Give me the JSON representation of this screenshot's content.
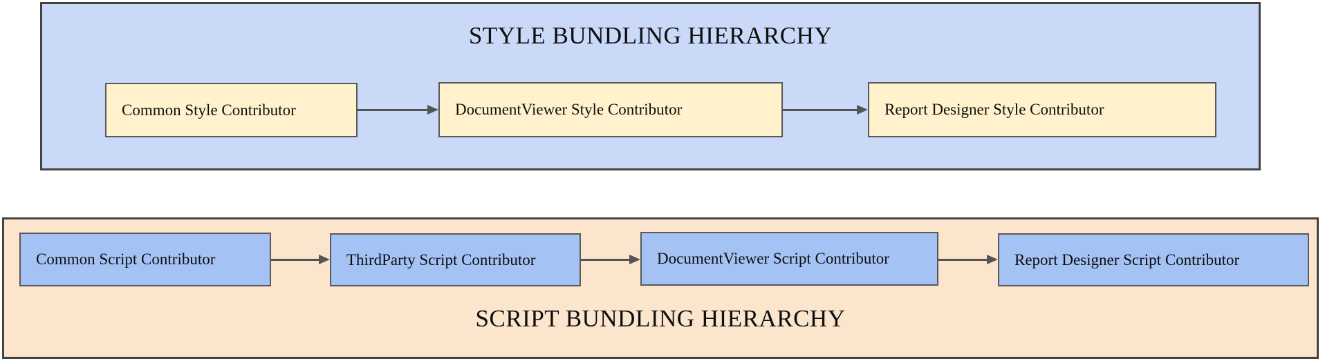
{
  "style_section": {
    "title": "STYLE BUNDLING HIERARCHY",
    "background_color": "#c9d9f7",
    "border_color": "#434343",
    "node_fill_color": "#fff2cc",
    "node_border_color": "#595959",
    "nodes": [
      {
        "label": "Common Style Contributor"
      },
      {
        "label": "DocumentViewer Style Contributor"
      },
      {
        "label": "Report Designer Style Contributor"
      }
    ]
  },
  "script_section": {
    "title": "SCRIPT BUNDLING HIERARCHY",
    "background_color": "#fce5cd",
    "border_color": "#434343",
    "node_fill_color": "#a4c2f4",
    "node_border_color": "#595959",
    "nodes": [
      {
        "label": "Common Script Contributor"
      },
      {
        "label": "ThirdParty Script Contributor"
      },
      {
        "label": "DocumentViewer Script Contributor"
      },
      {
        "label": "Report Designer Script Contributor"
      }
    ]
  },
  "arrow_color": "#545454",
  "text_color": "#0e0e0e"
}
